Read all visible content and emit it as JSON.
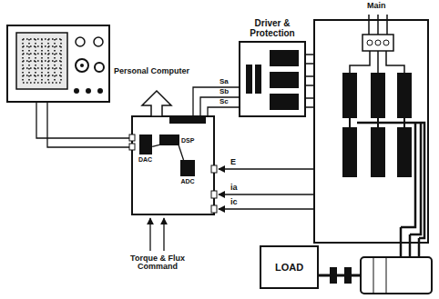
{
  "diagram": {
    "nodes": [
      {
        "text": [
          "DAC"
        ]
      },
      {
        "text": [
          "DSP"
        ]
      },
      {
        "text": [
          "ADC"
        ]
      },
      {
        "text": [
          "Driver & Protection"
        ]
      },
      {
        "text": [
          "LOAD"
        ]
      }
    ],
    "edges": [
      {
        "from": 0,
        "to": 1,
        "arrow": "none"
      },
      {
        "from": 1,
        "to": 2,
        "arrow": "none"
      }
    ],
    "labels": [
      "Personal Computer",
      "Main",
      "Sa",
      "Sb",
      "Sc",
      "E",
      "ia",
      "ic",
      "Torque & Flux Command"
    ]
  }
}
